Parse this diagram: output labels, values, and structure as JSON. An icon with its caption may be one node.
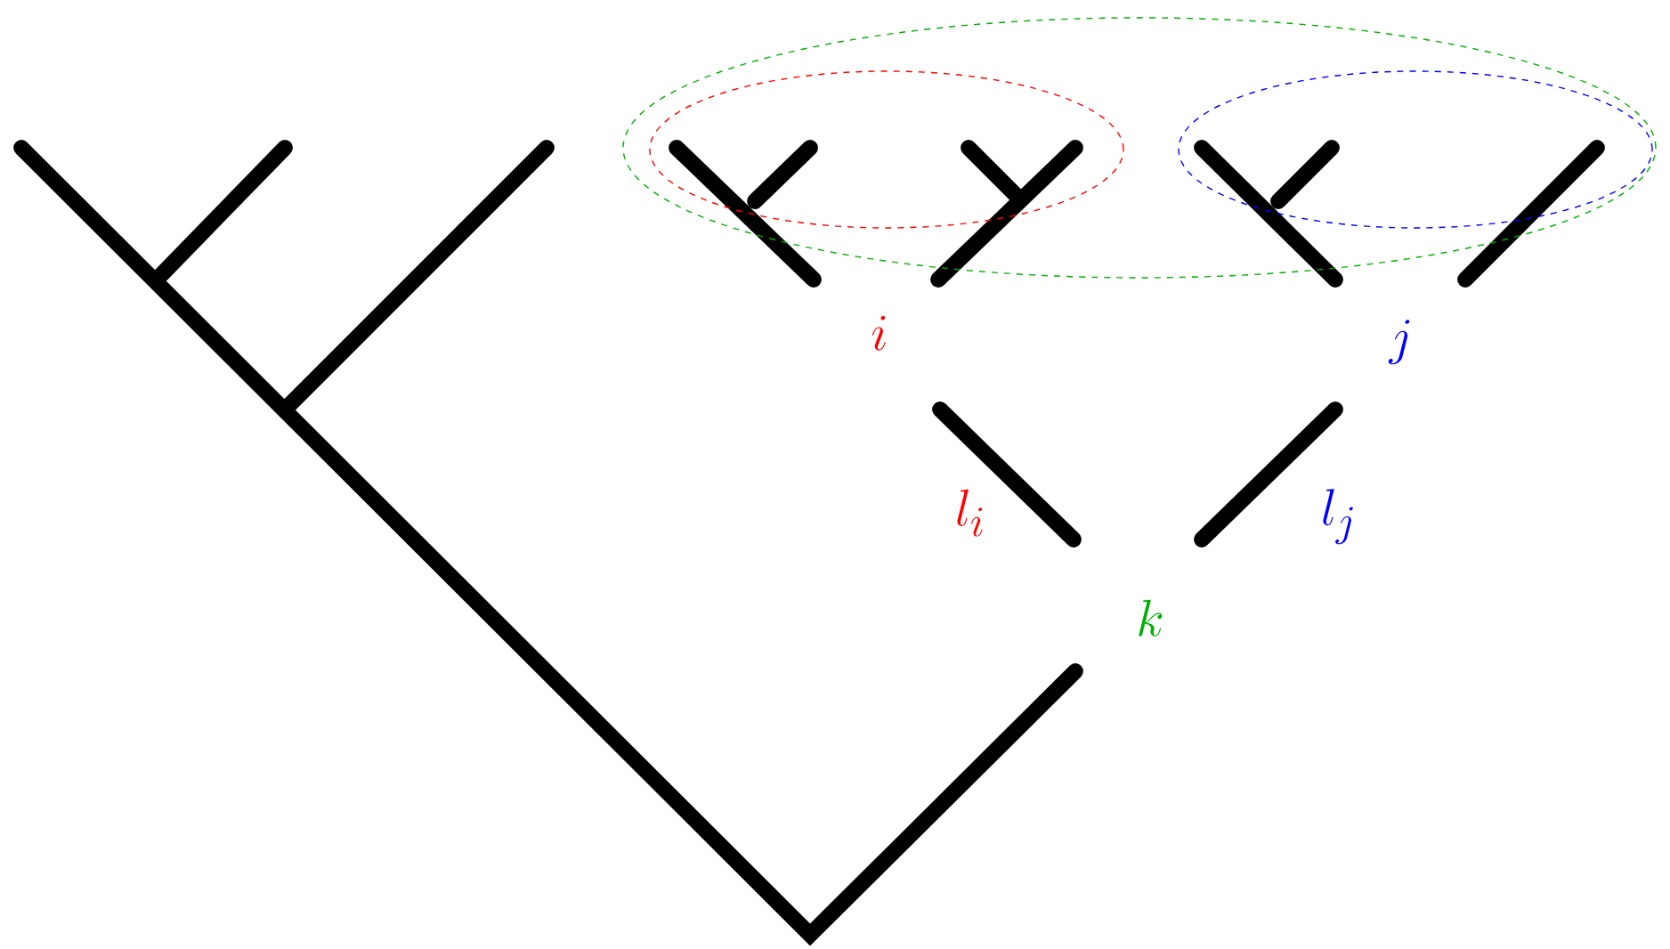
{
  "diagram": {
    "nodes": [
      {
        "text": [],
        "shape": "ellipse"
      },
      {
        "text": [],
        "shape": "ellipse",
        "in": 0
      },
      {
        "text": [],
        "shape": "ellipse",
        "in": 0
      }
    ],
    "labels": [
      "i",
      "j",
      "l_i",
      "l_j",
      "k"
    ]
  }
}
